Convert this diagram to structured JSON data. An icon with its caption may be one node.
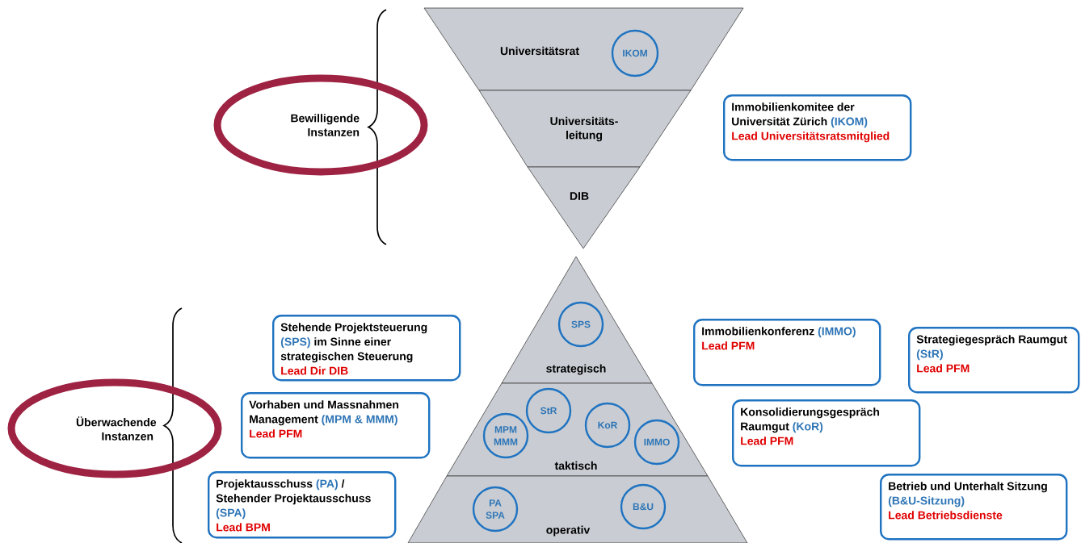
{
  "diagram": {
    "nodes": [
      {
        "text": [
          "Universitätsrat"
        ]
      },
      {
        "text": [
          "IKOM"
        ],
        "in": 0
      },
      {
        "text": [
          "Universitäts- leitung"
        ]
      },
      {
        "text": [
          "DIB"
        ]
      },
      {
        "text": [
          "Bewilligende Instanzen"
        ]
      },
      {
        "text": [
          "Immobilienkomitee der Universität Zürich",
          "(IKOM)",
          "Lead Universitätsratsmitglied"
        ]
      },
      {
        "text": [
          "strategisch"
        ]
      },
      {
        "text": [
          "SPS"
        ],
        "in": 6
      },
      {
        "text": [
          "taktisch"
        ]
      },
      {
        "text": [
          "MPM MMM"
        ],
        "in": 8
      },
      {
        "text": [
          "StR"
        ],
        "in": 8
      },
      {
        "text": [
          "KoR"
        ],
        "in": 8
      },
      {
        "text": [
          "IMMO"
        ],
        "in": 8
      },
      {
        "text": [
          "operativ"
        ]
      },
      {
        "text": [
          "PA SPA"
        ],
        "in": 13
      },
      {
        "text": [
          "B&U"
        ],
        "in": 13
      },
      {
        "text": [
          "Überwachende Instanzen"
        ]
      },
      {
        "text": [
          "Stehende Projektsteuerung",
          "(SPS)",
          "im Sinne einer strategischen Steuerung",
          "Lead Dir DIB"
        ]
      },
      {
        "text": [
          "Vorhaben und Massnahmen Management",
          "(MPM & MMM)",
          "Lead PFM"
        ]
      },
      {
        "text": [
          "Projektausschuss",
          "(PA)",
          "/ Stehender Projektausschuss",
          "(SPA)",
          "Lead BPM"
        ]
      },
      {
        "text": [
          "Immobilienkonferenz",
          "(IMMO)",
          "Lead PFM"
        ]
      },
      {
        "text": [
          "Strategiegespräch Raumgut",
          "(StR)",
          "Lead PFM"
        ]
      },
      {
        "text": [
          "Konsolidierungsgespräch Raumgut",
          "(KoR)",
          "Lead PFM"
        ]
      },
      {
        "text": [
          "Betrieb und Unterhalt Sitzung",
          "(B&U-Sitzung)",
          "Lead Betriebsdienste"
        ]
      }
    ]
  }
}
